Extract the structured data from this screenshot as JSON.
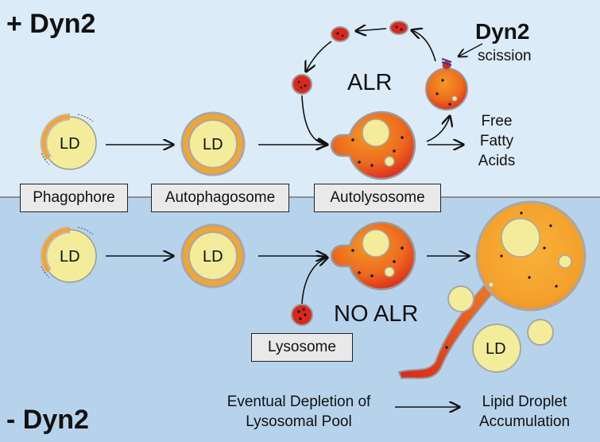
{
  "headers": {
    "plus": "+ Dyn2",
    "minus": "- Dyn2"
  },
  "stages": {
    "phagophore": "Phagophore",
    "autophagosome": "Autophagosome",
    "autolysosome": "Autolysosome",
    "lysosome": "Lysosome"
  },
  "labels": {
    "ld": "LD",
    "alr": "ALR",
    "no_alr": "NO ALR",
    "dyn2": "Dyn2",
    "scission": "scission",
    "ffa_line1": "Free",
    "ffa_line2": "Fatty",
    "ffa_line3": "Acids",
    "depletion_line1": "Eventual Depletion of",
    "depletion_line2": "Lysosomal Pool",
    "accum_line1": "Lipid Droplet",
    "accum_line2": "Accumulation"
  },
  "colors": {
    "top_bg": "#dcebf8",
    "bottom_bg": "#b7d3ec",
    "lipid": "#f3ec9a",
    "membrane": "#f0a534",
    "lysosome_red": "#d9281c",
    "lysosome_orange": "#f08a20"
  }
}
